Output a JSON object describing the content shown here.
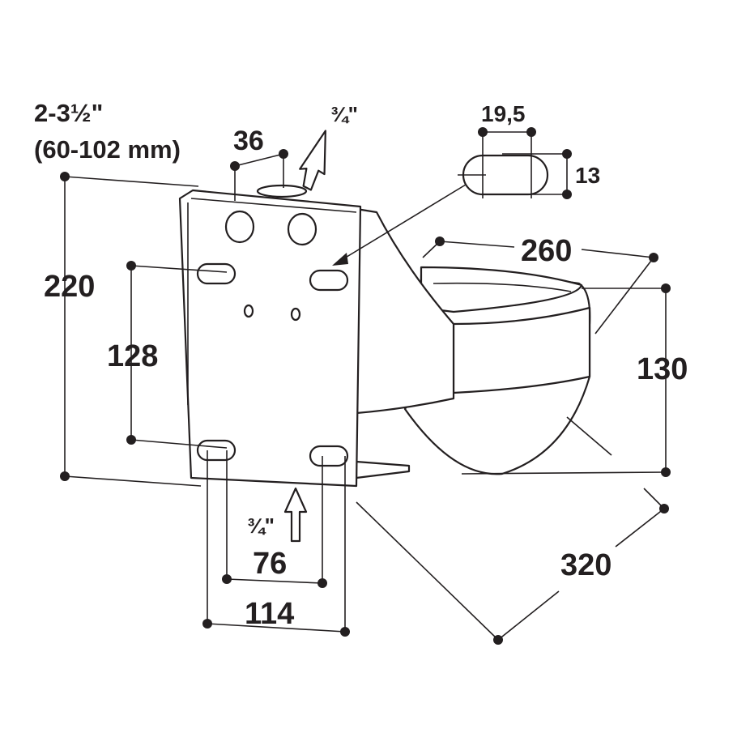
{
  "labels": {
    "wall_range": "2-3½\"",
    "wall_range_mm": "(60-102 mm)",
    "hole_spacing_top": "36",
    "inlet_top": "¾\"",
    "slot_width": "19,5",
    "slot_height": "13",
    "bowl_width": "260",
    "plate_height": "220",
    "slot_vertical_spacing": "128",
    "bowl_height": "130",
    "inlet_bottom": "¾\"",
    "slot_horizontal_spacing": "76",
    "plate_width": "114",
    "depth": "320"
  },
  "colors": {
    "ink": "#231f20",
    "background": "#ffffff"
  }
}
